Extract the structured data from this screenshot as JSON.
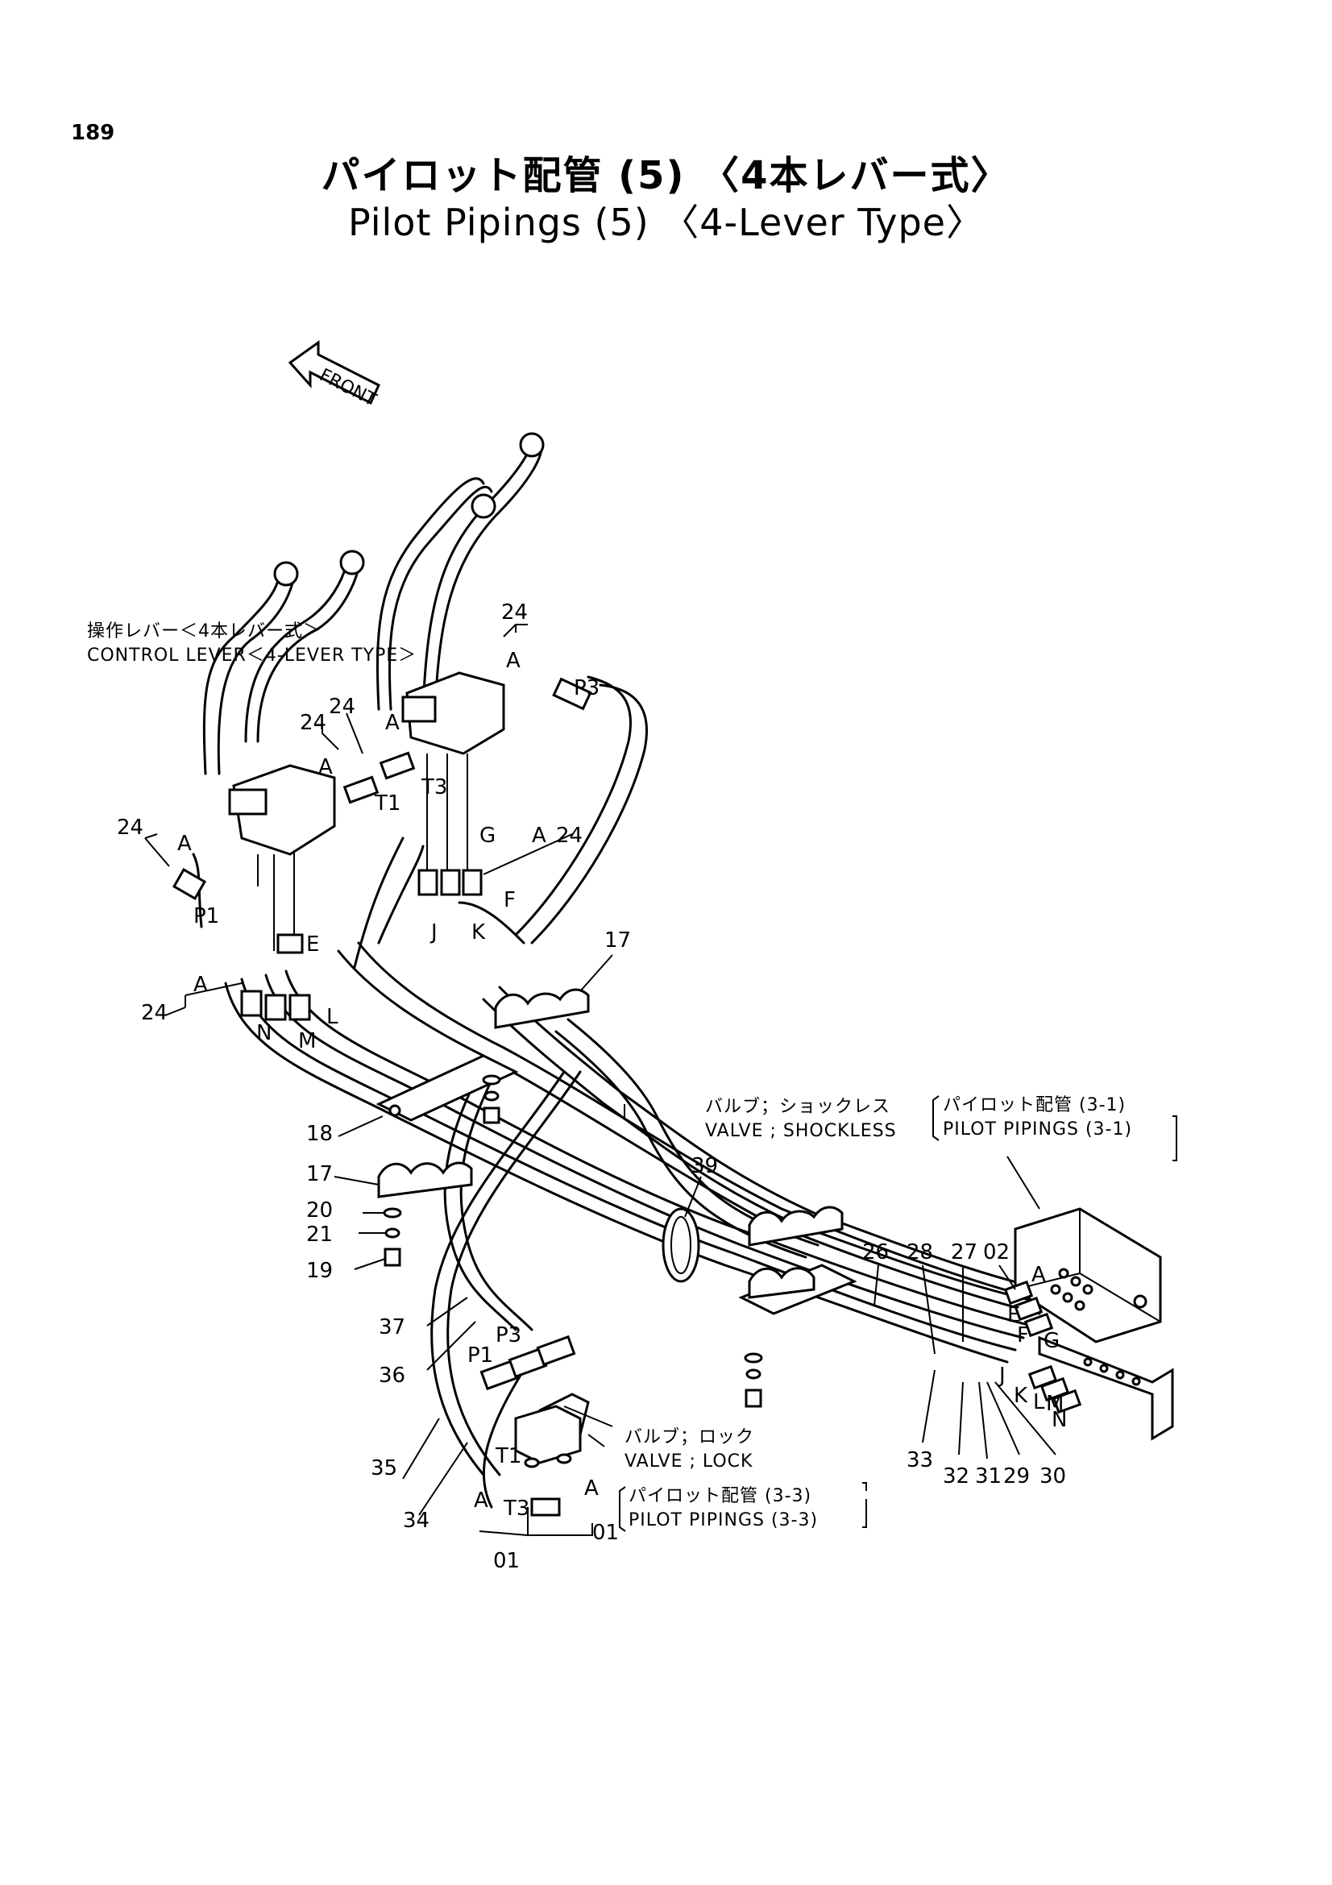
{
  "page_number": "189",
  "title_jp": "パイロット配管 (5) 〈4本レバー式〉",
  "title_en": "Pilot Pipings (5) 〈4-Lever Type〉",
  "front_arrow_label": "FRONT",
  "notes": {
    "control_lever_jp": "操作レバー＜4本レバー式＞",
    "control_lever_en": "CONTROL LEVER＜4-LEVER TYPE＞",
    "shockless_valve_jp": "バルブ；ショックレス",
    "shockless_valve_en": "VALVE ; SHOCKLESS",
    "pilot_31_jp": "パイロット配管 (3-1)",
    "pilot_31_en": "PILOT PIPINGS (3-1)",
    "lock_valve_jp": "バルブ；ロック",
    "lock_valve_en": "VALVE ; LOCK",
    "pilot_33_jp": "パイロット配管 (3-3)",
    "pilot_33_en": "PILOT PIPINGS (3-3)"
  },
  "port_labels": {
    "p3_top": "P3",
    "t3_top": "T3",
    "t1_top": "T1",
    "g_top": "G",
    "p1_left": "P1",
    "j_top": "J",
    "k_top": "K",
    "f_top": "F",
    "e_left": "E",
    "n_left": "N",
    "m_left": "M",
    "l_left": "L",
    "a1": "A",
    "a2": "A",
    "a3": "A",
    "a4": "A",
    "a5": "A",
    "a6": "A",
    "p3_bottom": "P3",
    "p1_bottom": "P1",
    "t1_bottom": "T1",
    "t3_bottom": "T3",
    "a_bottom_left": "A",
    "a_bottom_right": "A",
    "a_right": "A",
    "e_right": "E",
    "f_right": "F",
    "g_right": "G",
    "j_right": "J",
    "k_right": "K",
    "l_right": "L",
    "m_right": "M",
    "n_right": "N"
  },
  "part_numbers": {
    "p24_a": "24",
    "p24_b": "24",
    "p24_c": "24",
    "p24_d": "24",
    "p24_e": "24",
    "p24_f": "24",
    "p17_top": "17",
    "p17_left": "17",
    "p18": "18",
    "p20": "20",
    "p21": "21",
    "p19": "19",
    "p39": "39",
    "p37": "37",
    "p36": "36",
    "p35": "35",
    "p34": "34",
    "p01_a": "01",
    "p01_b": "01",
    "p26": "26",
    "p28": "28",
    "p27": "27",
    "p02": "02",
    "p33": "33",
    "p32": "32",
    "p31": "31",
    "p29": "29",
    "p30": "30"
  }
}
